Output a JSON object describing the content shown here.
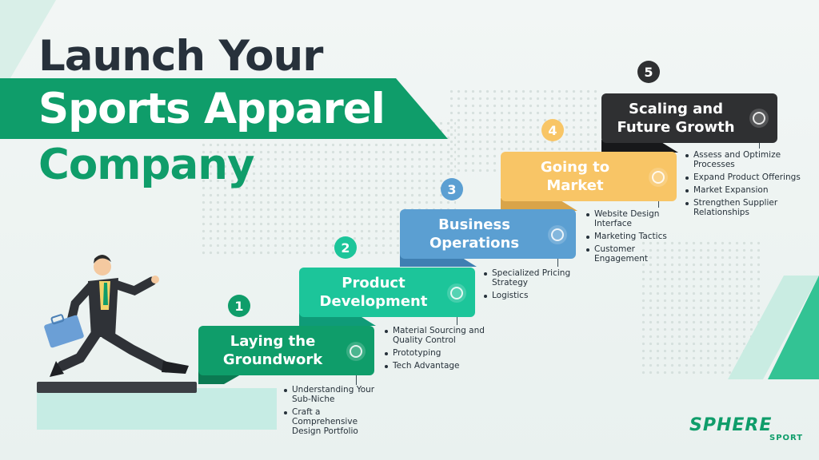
{
  "title": {
    "line1": "Launch Your",
    "line2": "Sports Apparel",
    "line3": "Company"
  },
  "steps": [
    {
      "number": "1",
      "label": "Laying the\nGroundwork",
      "color": "#0f9d6a",
      "items": [
        "Understanding Your Sub-Niche",
        "Craft a Comprehensive Design Portfolio"
      ]
    },
    {
      "number": "2",
      "label": "Product\nDevelopment",
      "color": "#1cc59a",
      "items": [
        "Material Sourcing and Quality Control",
        "Prototyping",
        "Tech Advantage"
      ]
    },
    {
      "number": "3",
      "label": "Business\nOperations",
      "color": "#5b9fd2",
      "items": [
        "Specialized Pricing Strategy",
        "Logistics"
      ]
    },
    {
      "number": "4",
      "label": "Going to\nMarket",
      "color": "#f8c566",
      "items": [
        "Website Design Interface",
        "Marketing Tactics",
        "Customer Engagement"
      ]
    },
    {
      "number": "5",
      "label": "Scaling and\nFuture Growth",
      "color": "#2f3032",
      "items": [
        "Assess and Optimize Processes",
        "Expand Product Offerings",
        "Market Expansion",
        "Strengthen Supplier Relationships"
      ]
    }
  ],
  "logo": {
    "word": "SPHERE",
    "sub": "SPORT"
  },
  "colors": {
    "brand_green": "#0f9d6a",
    "dark": "#27313b",
    "background": "#eef3f2"
  }
}
